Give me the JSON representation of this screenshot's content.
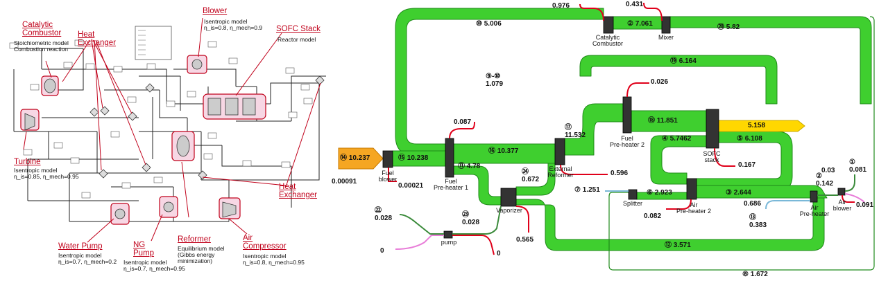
{
  "left_panel": {
    "labels": {
      "catalytic_combustor": {
        "title": "Catalytic\nCombustor",
        "desc": "Stoichiometric model\nCombustion reaction"
      },
      "heat_exchanger_top": {
        "title": "Heat\nExchanger"
      },
      "blower": {
        "title": "Blower",
        "desc": "Isentropic model\nη_is=0.8, η_mech=0.9"
      },
      "sofc_stack": {
        "title": "SOFC Stack",
        "desc": "Reactor model"
      },
      "turbine": {
        "title": "Turbine",
        "desc": "Isentropic model\nη_is=0.85, η_mech=0.95"
      },
      "heat_exchanger_right": {
        "title": "Heat\nExchanger"
      },
      "water_pump": {
        "title": "Water Pump",
        "desc": "Isentropic model\nη_is=0.7, η_mech=0.2"
      },
      "ng_pump": {
        "title": "NG\nPump",
        "desc": "Isentropic model\nη_is=0.7, η_mech=0.95"
      },
      "reformer": {
        "title": "Reformer",
        "desc": "Equilibrium model\n(Gibbs energy\nminimization)"
      },
      "air_compressor": {
        "title": "Air\nCompressor",
        "desc": "Isentropic model\nη_is=0.8, η_mech=0.95"
      }
    }
  },
  "sankey": {
    "colors": {
      "flow": "#3fcf2f",
      "flow_edge": "#1f8a1a",
      "fuel_in": "#f5a623",
      "power": "#ffd700",
      "loss": "#e0001a",
      "water": "#3a8a3a",
      "air_in": "#e87dd8"
    },
    "nodes": {
      "catalytic_combustor": "Catalytic\nCombustor",
      "mixer": "Mixer",
      "fuel_blower": "Fuel\nblower",
      "fuel_preheater1": "Fuel\nPre-heater 1",
      "external_reformer": "External\nReformer",
      "fuel_preheater2": "Fuel\nPre-heater 2",
      "sofc_stack": "SOFC\nstack",
      "vaporizer": "Vaporizer",
      "splitter": "Splitter",
      "air_preheater2": "Air\nPre-heater 2",
      "air_preheater": "Air\nPre-heater",
      "air_blower": "Air\nblower",
      "pump": "pump"
    },
    "values": {
      "loss_combustor": "0.976",
      "loss_mixer": "0.431",
      "s10": "⑩ 5.006",
      "s2": "② 7.061",
      "s20": "⑳ 5.82",
      "s19": "⑲ 6.164",
      "s9_10": "⑨-⑩\n1.079",
      "loss_fph2": "0.026",
      "loss_fph1": "0.087",
      "s17": "⑰\n11.532",
      "s18": "⑱ 11.851",
      "power": "5.158",
      "s4": "④ 5.7462",
      "s5": "⑤ 6.108",
      "s14": "⑭ 10.237",
      "s15": "⑮ 10.238",
      "s16": "⑯ 10.377",
      "s11": "⑪ 4.78",
      "s24": "㉔\n0.672",
      "loss_reformer": "0.596",
      "loss_sofc": "0.167",
      "loss_fuel_in": "0.00091",
      "loss_fuel_blower": "0.00021",
      "s7": "⑦ 1.251",
      "s6": "⑥ 2.923",
      "s3": "③ 2.644",
      "loss_aph2": "0.082",
      "loss_aph": "0.686",
      "s13": "⑬\n0.383",
      "s1": "①\n0.081",
      "s2b": "②\n0.142",
      "v003": "0.03",
      "loss_air_blower": "0.091",
      "s22": "㉒\n0.028",
      "s23": "㉓\n0.028",
      "loss_vaporizer": "0.565",
      "pump_in": "0",
      "pump_out": "0",
      "s12": "⑫ 3.571",
      "s8": "⑧ 1.672"
    }
  }
}
